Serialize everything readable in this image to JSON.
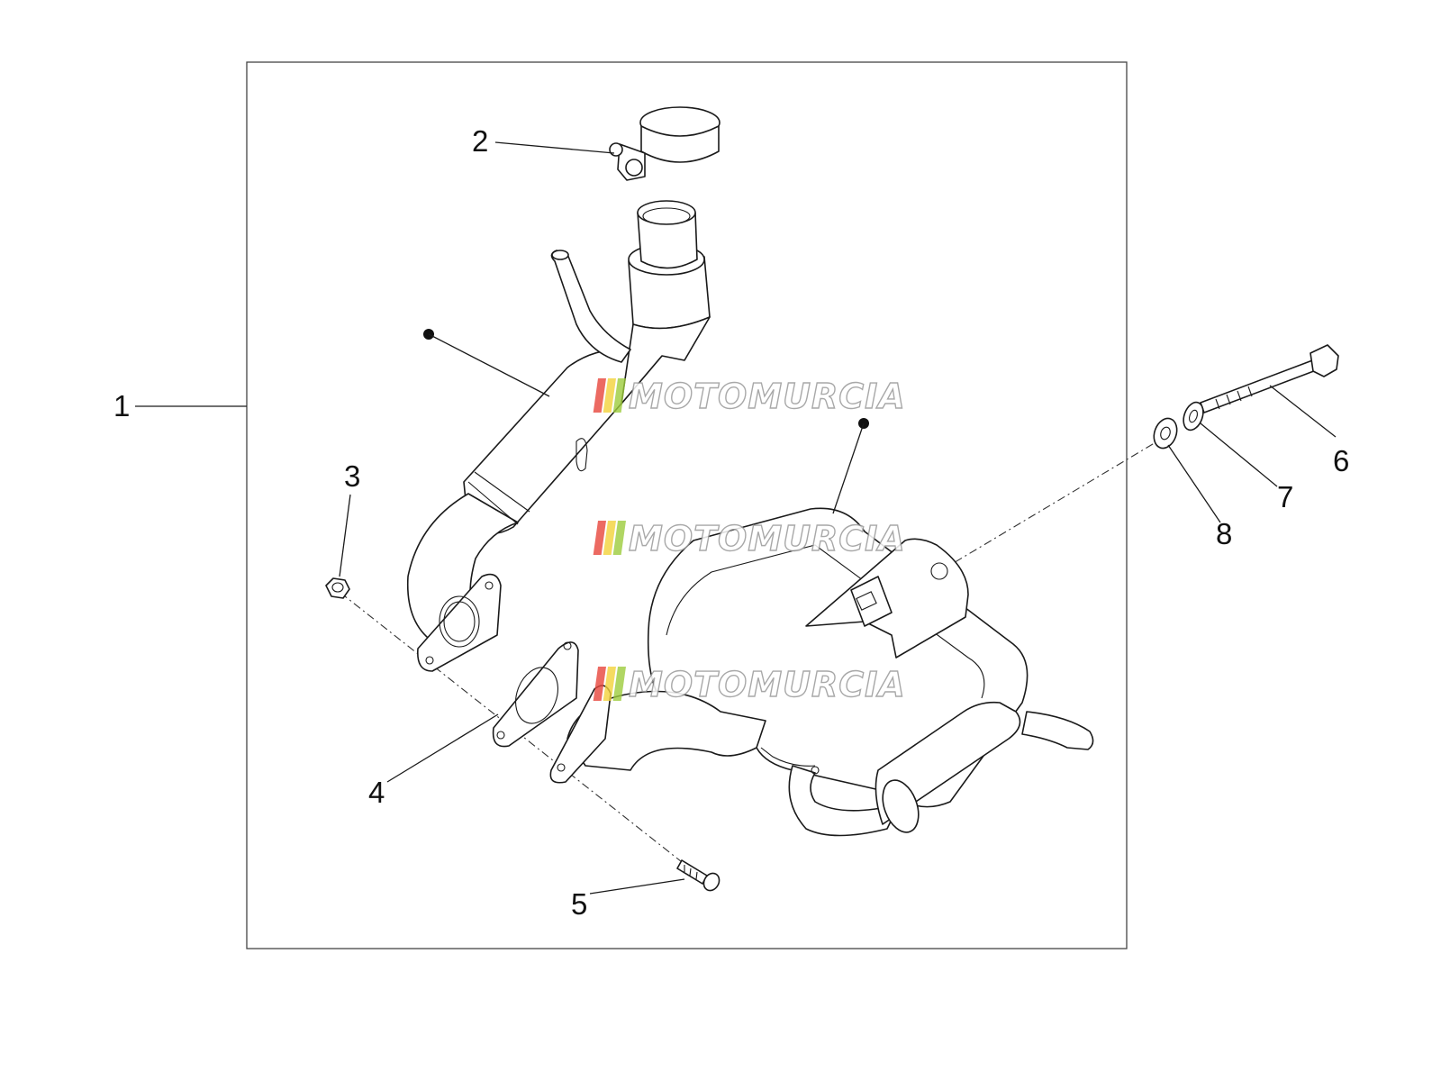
{
  "callouts": {
    "c1": "1",
    "c2": "2",
    "c3": "3",
    "c4": "4",
    "c5": "5",
    "c6": "6",
    "c7": "7",
    "c8": "8"
  },
  "watermark": {
    "text": "MOTOMURCIA",
    "stripe_colors": [
      "#e7453b",
      "#f3d23a",
      "#9ccc3c"
    ]
  },
  "colors": {
    "line": "#1a1a1a",
    "background": "#ffffff"
  }
}
